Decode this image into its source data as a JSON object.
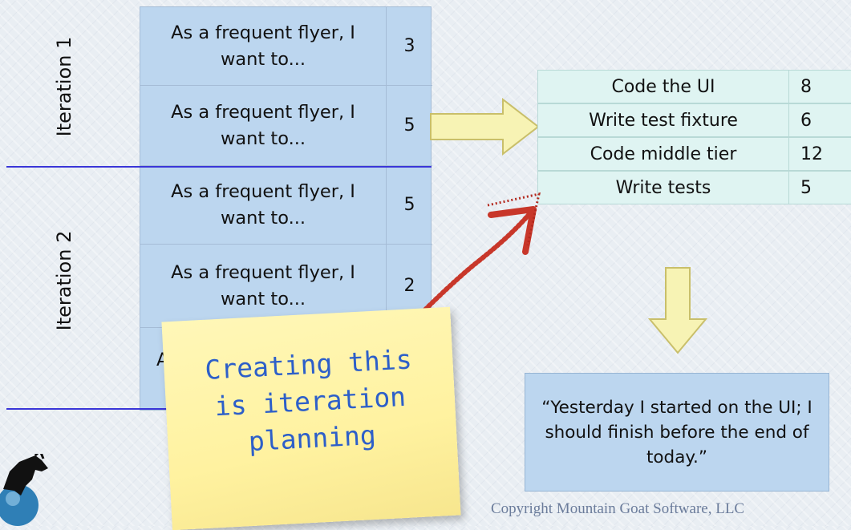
{
  "iterations": [
    {
      "label": "Iteration 1"
    },
    {
      "label": "Iteration 2"
    }
  ],
  "stories": [
    {
      "text": "As a frequent flyer, I want to...",
      "points": "3"
    },
    {
      "text": "As a frequent flyer, I want to...",
      "points": "5"
    },
    {
      "text": "As a frequent flyer, I want to...",
      "points": "5"
    },
    {
      "text": "As a frequent flyer, I want to...",
      "points": "2"
    },
    {
      "text": "A",
      "points": ""
    }
  ],
  "tasks": [
    {
      "name": "Code the UI",
      "hours": "8"
    },
    {
      "name": "Write test fixture",
      "hours": "6"
    },
    {
      "name": "Code middle tier",
      "hours": "12"
    },
    {
      "name": "Write tests",
      "hours": "5"
    }
  ],
  "quote": "“Yesterday I started on the UI; I should finish before the end of today.”",
  "sticky_note": "Creating this\nis iteration\nplanning",
  "copyright": "Copyright Mountain Goat Software, LLC",
  "colors": {
    "story_fill": "#bcd6ef",
    "task_fill": "#dff4f2",
    "divider": "#3a36d8",
    "arrow_fill": "#f7f3b4",
    "sticky_text": "#2d5fc9",
    "red_arrow": "#c8372a"
  }
}
